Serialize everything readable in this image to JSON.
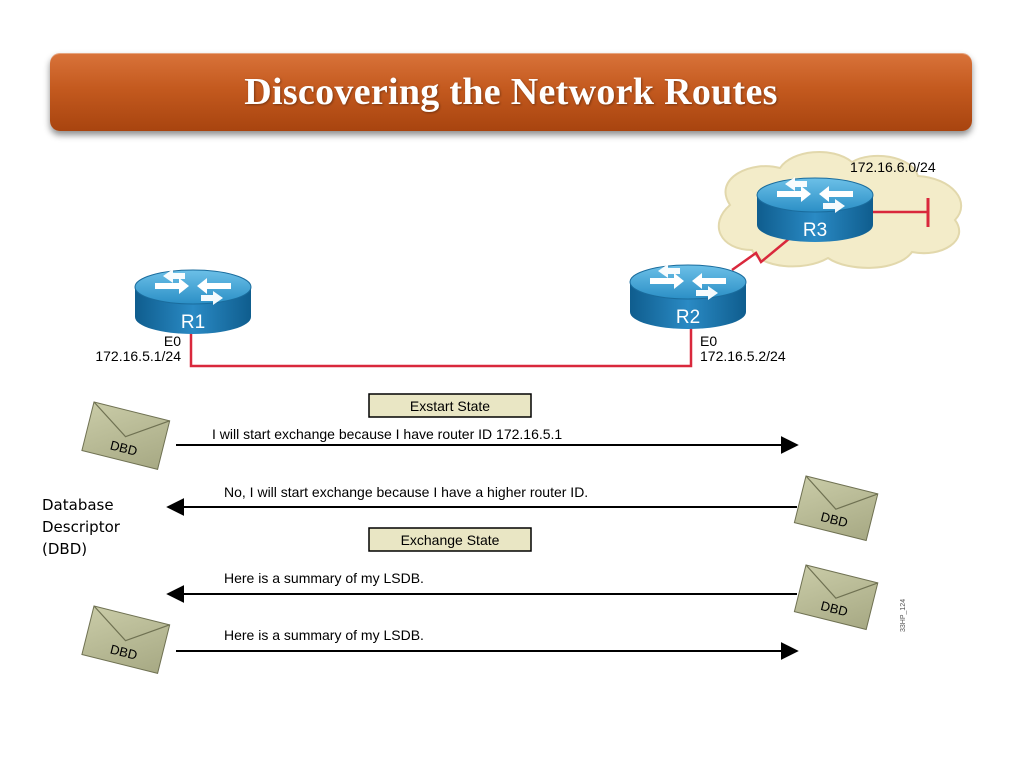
{
  "title": "Discovering the Network Routes",
  "routers": {
    "r1": {
      "name": "R1",
      "interface": "E0",
      "ip": "172.16.5.1/24"
    },
    "r2": {
      "name": "R2",
      "interface": "E0",
      "ip": "172.16.5.2/24"
    },
    "r3": {
      "name": "R3",
      "network": "172.16.6.0/24"
    }
  },
  "states": {
    "exstart": "Exstart State",
    "exchange": "Exchange State"
  },
  "messages": {
    "m1": "I will start exchange because I have router ID 172.16.5.1",
    "m2": "No, I will start exchange because I have a higher router ID.",
    "m3": "Here is a summary of my LSDB.",
    "m4": "Here is a summary of my LSDB."
  },
  "envelope_label": "DBD",
  "side_label": {
    "line1": "Database",
    "line2": "Descriptor",
    "line3": "(DBD)"
  },
  "figure_code": "33HP_124",
  "colors": {
    "title_bg": "#c45a1f",
    "link": "#d9283c",
    "router": "#1f7fb6"
  }
}
